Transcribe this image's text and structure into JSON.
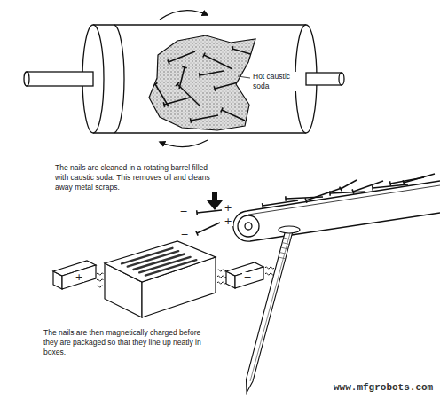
{
  "diagram": {
    "labels": [
      "Hot caustic soda",
      "The nails are cleaned in a rotating barrel filled with caustic soda. This removes oil and cleans away metal scraps.",
      "−",
      "+",
      "+",
      "−",
      "+",
      "−",
      "The nails are then magnetically charged before they are packaged so that they line up neatly in boxes.",
      "www.mfgrobots.com"
    ]
  }
}
